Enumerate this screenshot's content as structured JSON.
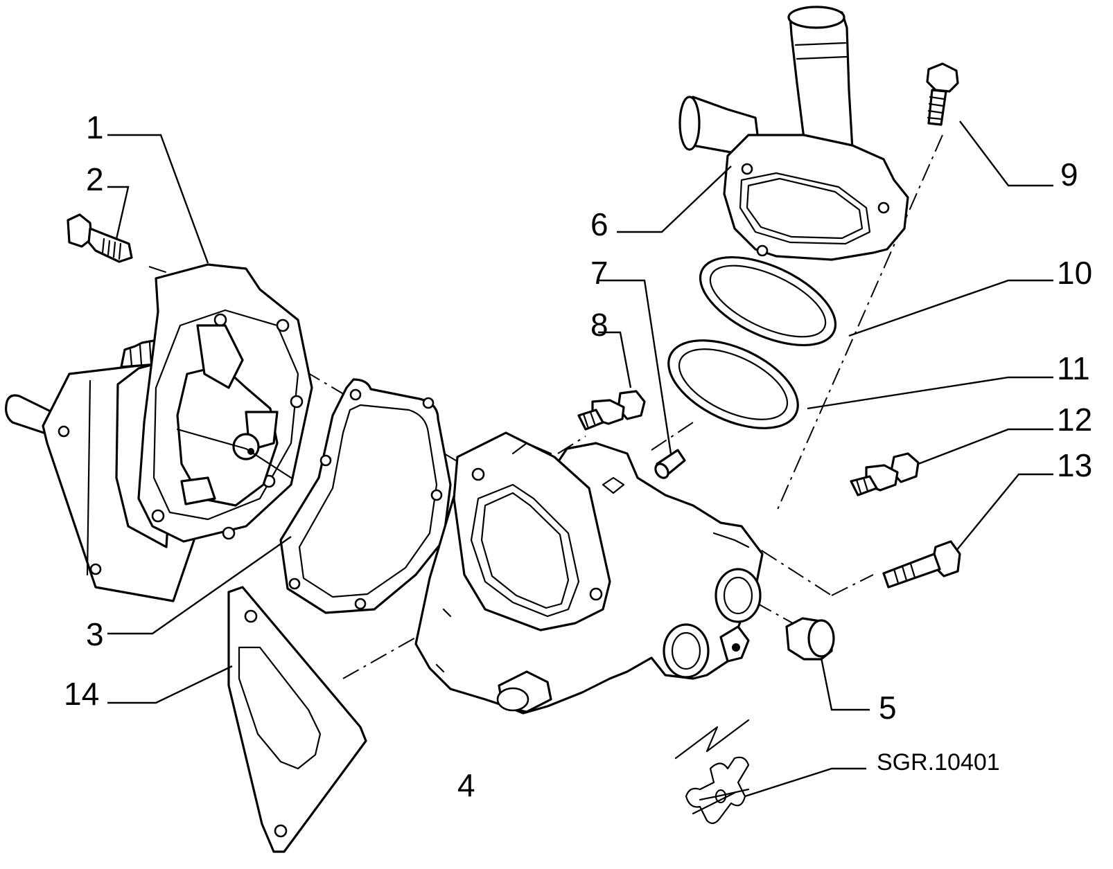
{
  "diagram": {
    "callouts": {
      "c1": "1",
      "c2": "2",
      "c3": "3",
      "c4": "4",
      "c5": "5",
      "c6": "6",
      "c7": "7",
      "c8": "8",
      "c9": "9",
      "c10": "10",
      "c11": "11",
      "c12": "12",
      "c13": "13",
      "c14": "14"
    },
    "reference_code": "SGR.10401"
  }
}
